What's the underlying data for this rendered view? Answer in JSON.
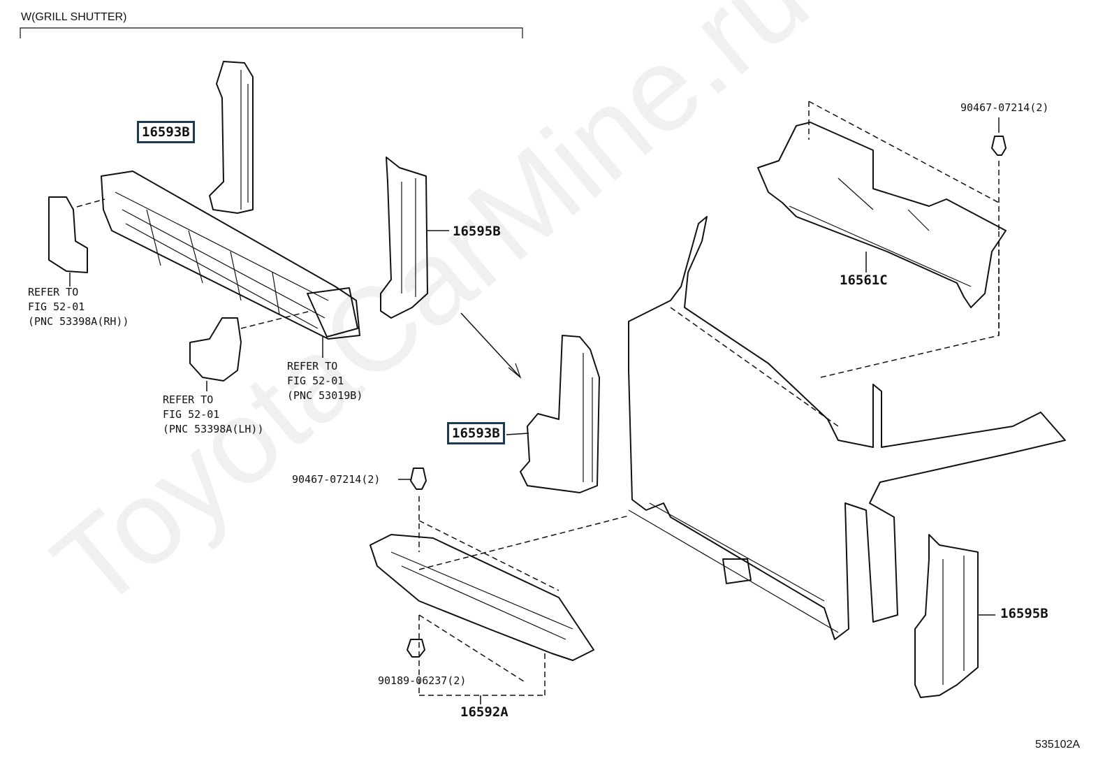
{
  "section_header": "W(GRILL SHUTTER)",
  "diagram_id": "535102A",
  "watermark": "ToyotaCarMine.ru",
  "part_labels": {
    "p16593b_top": "16593B",
    "p16593b_mid": "16593B",
    "p16595b_upper": "16595B",
    "p16595b_lower": "16595B",
    "p16561c": "16561C",
    "p16592a": "16592A",
    "clip_top_right": "90467-07214(2)",
    "clip_mid": "90467-07214(2)",
    "clip_bottom": "90189-06237(2)"
  },
  "refer_notes": {
    "rh": {
      "line1": "REFER TO",
      "line2": "FIG 52-01",
      "line3": "(PNC 53398A(RH))"
    },
    "center": {
      "line1": "REFER TO",
      "line2": "FIG 52-01",
      "line3": "(PNC 53019B)"
    },
    "lh": {
      "line1": "REFER TO",
      "line2": "FIG 52-01",
      "line3": "(PNC 53398A(LH))"
    }
  }
}
